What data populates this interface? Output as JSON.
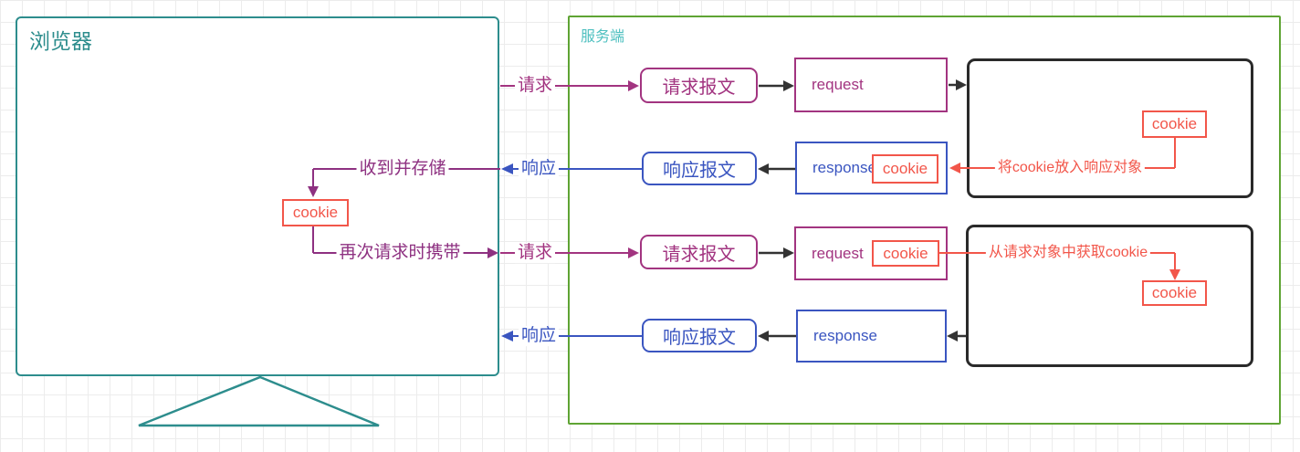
{
  "colors": {
    "teal": "#2d8d8d",
    "teal-light": "#4fc0c0",
    "green": "#5fa434",
    "magenta": "#a23480",
    "purple": "#8e3181",
    "blue": "#3a55c0",
    "red": "#f2564a",
    "dark": "#2a2a2a",
    "arrow-black": "#333333",
    "grid": "#ececec"
  },
  "browser": {
    "title": "浏览器",
    "cookie": "cookie",
    "store_label": "收到并存储",
    "carry_label": "再次请求时携带"
  },
  "server": {
    "title": "服务端",
    "put_cookie_label": "将cookie放入响应对象",
    "get_cookie_label": "从请求对象中获取cookie",
    "cookie_top": "cookie",
    "cookie_bottom": "cookie"
  },
  "flows": {
    "request1": "请求",
    "response1": "响应",
    "request2": "请求",
    "response2": "响应",
    "request_msg1": "请求报文",
    "response_msg1": "响应报文",
    "request_msg2": "请求报文",
    "response_msg2": "响应报文",
    "request_obj1": "request",
    "response_obj1": "response",
    "request_obj2": "request",
    "response_obj2": "response",
    "cookie_in_response": "cookie",
    "cookie_in_request": "cookie"
  }
}
